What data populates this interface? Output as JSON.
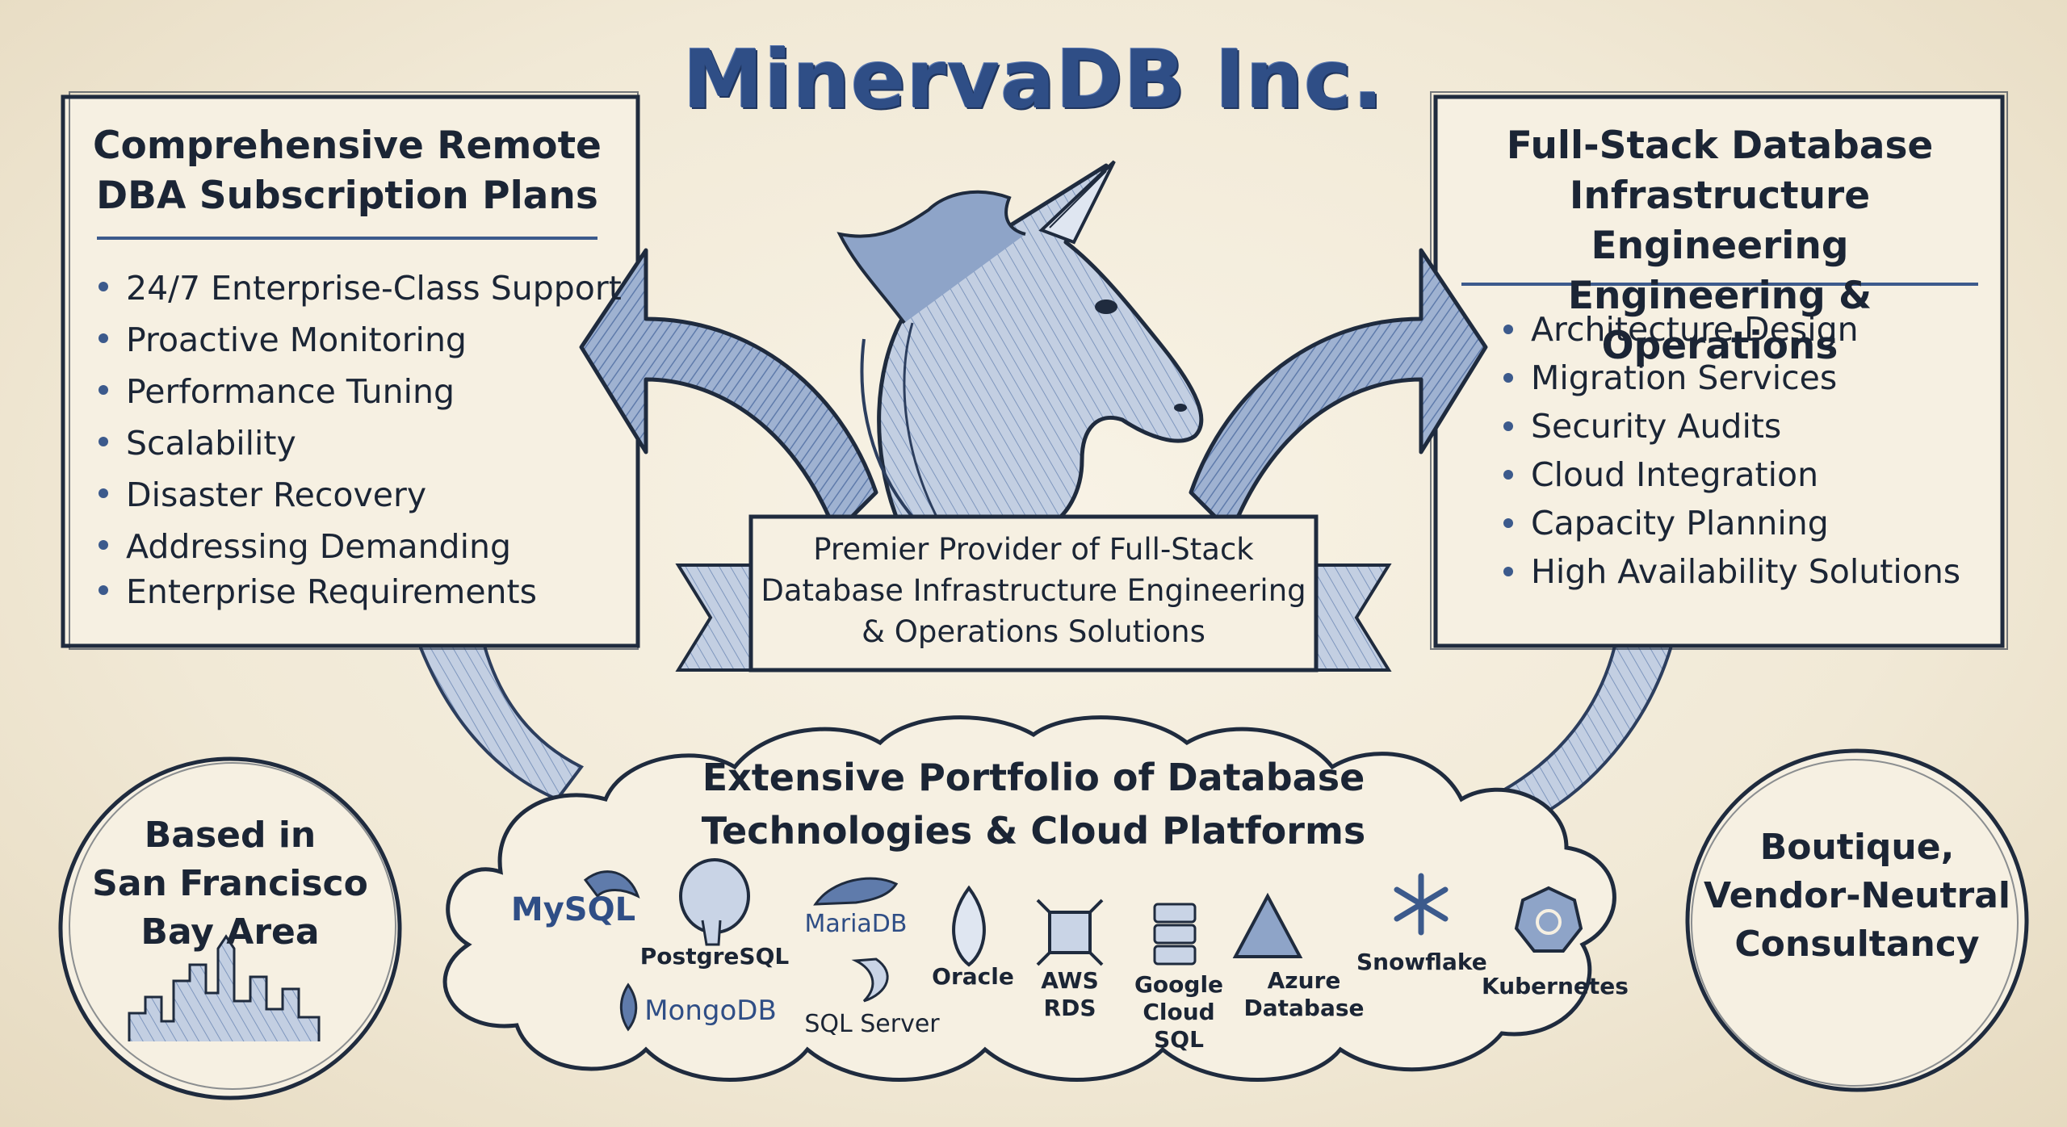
{
  "title": "MinervaDB Inc.",
  "left_box": {
    "heading_line1": "Comprehensive Remote",
    "heading_line2": "DBA Subscription Plans",
    "items": [
      "24/7 Enterprise-Class Support",
      "Proactive Monitoring",
      "Performance Tuning",
      "Scalability",
      "Disaster Recovery",
      "Addressing Demanding",
      "Enterprise Requirements"
    ]
  },
  "right_box": {
    "heading_line1": "Full-Stack Database",
    "heading_line2": "Infrastructure Engineering",
    "heading_line3": "Engineering & Operations",
    "items": [
      "Architecture Design",
      "Migration Services",
      "Security Audits",
      "Cloud Integration",
      "Capacity Planning",
      "High Availability Solutions"
    ]
  },
  "banner": {
    "line1": "Premier Provider of Full-Stack",
    "line2": "Database Infrastructure Engineering",
    "line3": "& Operations Solutions"
  },
  "cloud": {
    "title_line1": "Extensive Portfolio of Database",
    "title_line2": "Technologies & Cloud Platforms",
    "logos": {
      "mysql": "MySQL",
      "postgresql": "PostgreSQL",
      "mariadb": "MariaDB",
      "mongodb": "MongoDB",
      "sqlserver": "SQL Server",
      "oracle": "Oracle",
      "aws_line1": "AWS",
      "aws_line2": "RDS",
      "gcp_line1": "Google",
      "gcp_line2": "Cloud SQL",
      "azure_line1": "Azure",
      "azure_line2": "Database",
      "snowflake": "Snowflake",
      "kubernetes": "Kubernetes"
    }
  },
  "left_circle": {
    "line1": "Based in",
    "line2": "San Francisco",
    "line3": "Bay Area"
  },
  "right_circle": {
    "line1": "Boutique,",
    "line2": "Vendor-Neutral",
    "line3": "Consultancy"
  },
  "colors": {
    "ink": "#1b2535",
    "blue": "#2f4e86",
    "arrow_fill": "#8aa1c4",
    "paper": "#f3ecdc"
  }
}
